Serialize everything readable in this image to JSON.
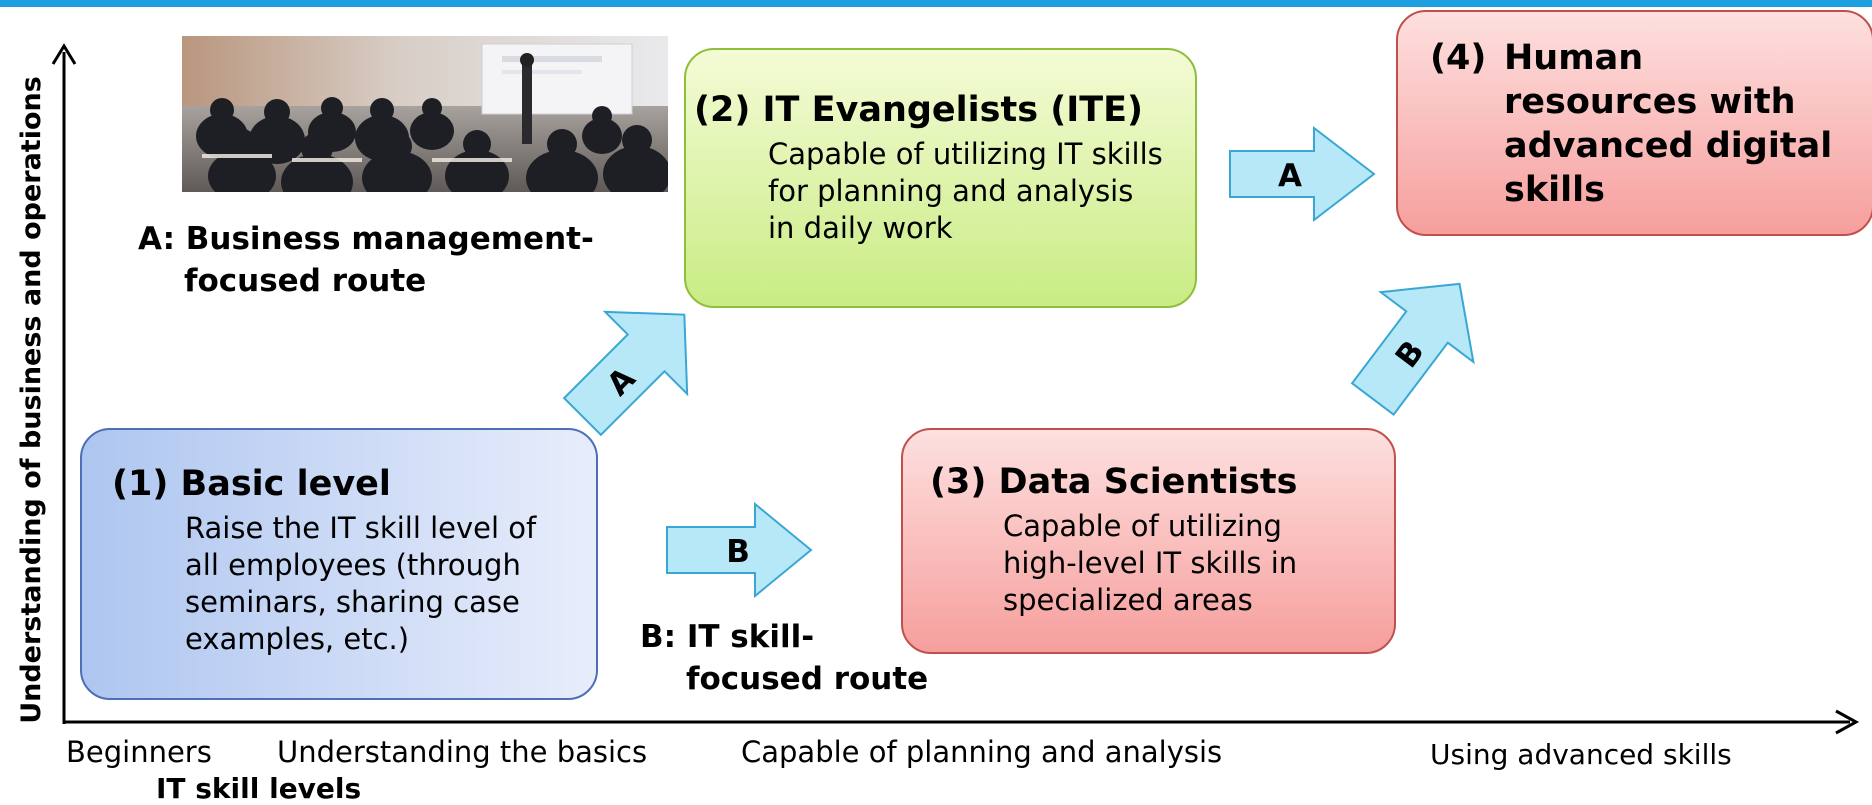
{
  "y_axis_label": "Understanding of business and operations",
  "x_axis_label": "IT skill levels",
  "x_ticks": [
    "Beginners",
    "Understanding the basics",
    "Capable of planning and analysis",
    "Using advanced skills"
  ],
  "boxes": {
    "basic": {
      "title": "(1) Basic level",
      "desc": [
        "Raise the IT skill level of",
        "all employees (through",
        "seminars, sharing case",
        "examples, etc.)"
      ]
    },
    "ite": {
      "title": "(2) IT Evangelists (ITE)",
      "desc": [
        "Capable of utilizing IT skills",
        "for planning and analysis",
        "in daily work"
      ]
    },
    "ds": {
      "title": "(3) Data Scientists",
      "desc": [
        "Capable of utilizing",
        "high-level IT skills in",
        "specialized areas"
      ]
    },
    "advanced": {
      "prefix": "(4)",
      "title_lines": [
        "Human",
        "resources with",
        "advanced digital",
        "skills"
      ]
    }
  },
  "routes": {
    "a": [
      "A: Business management-",
      "focused route"
    ],
    "b": [
      "B: IT skill-",
      "focused route"
    ]
  },
  "arrow_labels": {
    "a": "A",
    "b": "B"
  },
  "colors": {
    "accent_bar": "#1ea0e0",
    "arrow_fill": "#b7e8f7",
    "arrow_stroke": "#39a7d4",
    "basic_border": "#4d6fb5",
    "ite_border": "#8fbf3a",
    "red_border": "#c0504d"
  }
}
